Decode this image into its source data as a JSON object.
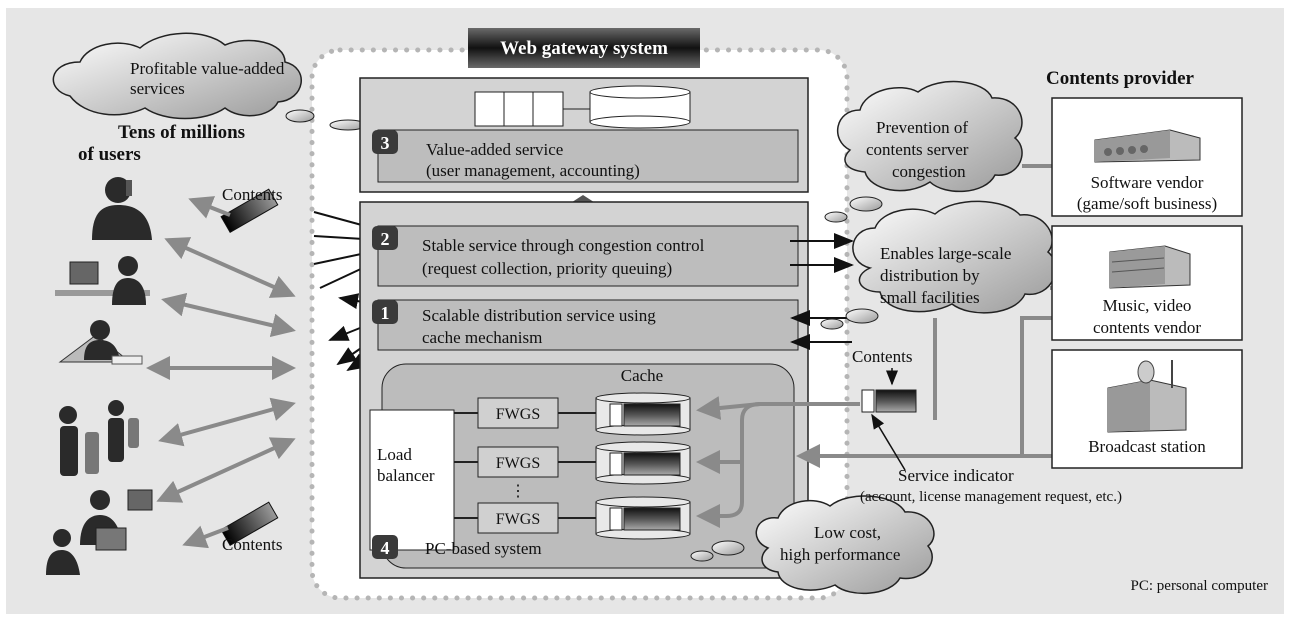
{
  "title": "Web gateway system",
  "users": {
    "heading_line1": "Tens of millions",
    "heading_line2": "of users",
    "contents_top": "Contents",
    "contents_bottom": "Contents"
  },
  "clouds": {
    "profitable_line1": "Profitable value-added",
    "profitable_line2": "services",
    "prevention_line1": "Prevention of",
    "prevention_line2": "contents server",
    "prevention_line3": "congestion",
    "enables_line1": "Enables large-scale",
    "enables_line2": "distribution by",
    "enables_line3": "small facilities",
    "lowcost_line1": "Low cost,",
    "lowcost_line2": "high performance"
  },
  "services": [
    {
      "number": "3",
      "line1": "Value-added service",
      "line2": "(user management, accounting)"
    },
    {
      "number": "2",
      "line1": "Stable service through congestion control",
      "line2": "(request collection, priority queuing)"
    },
    {
      "number": "1",
      "line1": "Scalable distribution service using",
      "line2": "cache mechanism"
    },
    {
      "number": "4",
      "line1": "PC-based system",
      "line2": ""
    }
  ],
  "system": {
    "cache_label": "Cache",
    "load_balancer_line1": "Load",
    "load_balancer_line2": "balancer",
    "fwgs": [
      "FWGS",
      "FWGS",
      "FWGS"
    ],
    "ellipsis": "⋮"
  },
  "provider": {
    "heading": "Contents provider",
    "software_line1": "Software vendor",
    "software_line2": "(game/soft business)",
    "music_line1": "Music, video",
    "music_line2": "contents vendor",
    "broadcast": "Broadcast station",
    "contents_label": "Contents"
  },
  "indicator": {
    "line1": "Service indicator",
    "line2": "(account, license management request, etc.)"
  },
  "footnote": "PC: personal computer",
  "colors": {
    "background": "#e6e6e6",
    "panel": "#d0d0d0",
    "service_bar": "#bdbdbd",
    "badge": "#3a3a3a",
    "arrow_gray": "#8a8a8a"
  }
}
